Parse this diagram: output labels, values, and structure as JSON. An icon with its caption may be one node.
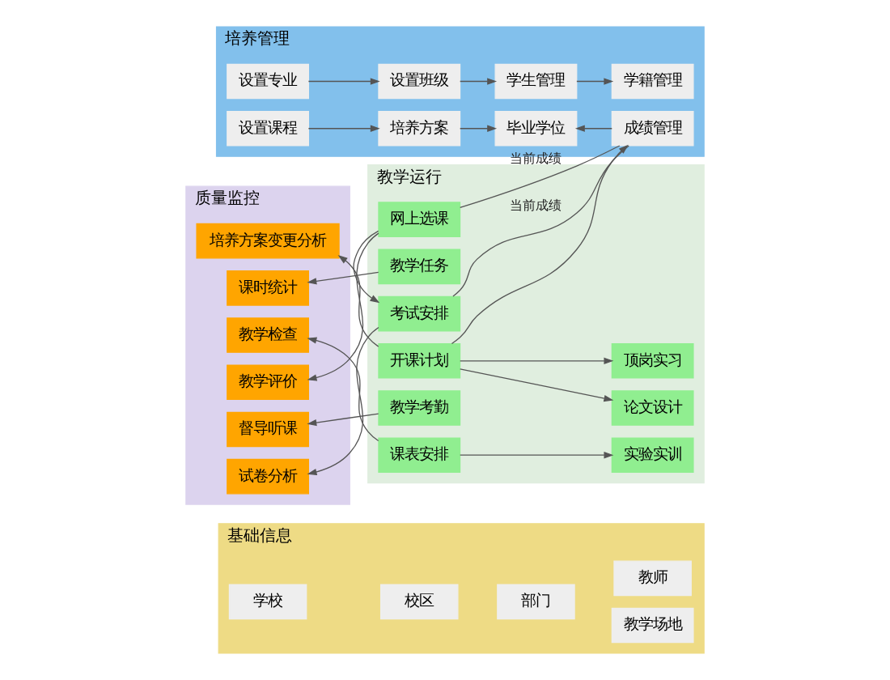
{
  "diagram": {
    "nodes": [
      {
        "text": [
          "培养管理"
        ]
      },
      {
        "text": [
          "设置专业"
        ],
        "in": 0
      },
      {
        "text": [
          "设置班级"
        ],
        "in": 0
      },
      {
        "text": [
          "学生管理"
        ],
        "in": 0
      },
      {
        "text": [
          "学籍管理"
        ],
        "in": 0
      },
      {
        "text": [
          "设置课程"
        ],
        "in": 0
      },
      {
        "text": [
          "培养方案"
        ],
        "in": 0
      },
      {
        "text": [
          "毕业学位"
        ],
        "in": 0
      },
      {
        "text": [
          "成绩管理"
        ],
        "in": 0
      },
      {
        "text": [
          "质量监控"
        ]
      },
      {
        "text": [
          "培养方案变更分析"
        ],
        "in": 9
      },
      {
        "text": [
          "课时统计"
        ],
        "in": 9
      },
      {
        "text": [
          "教学检查"
        ],
        "in": 9
      },
      {
        "text": [
          "教学评价"
        ],
        "in": 9
      },
      {
        "text": [
          "督导听课"
        ],
        "in": 9
      },
      {
        "text": [
          "试卷分析"
        ],
        "in": 9
      },
      {
        "text": [
          "教学运行"
        ]
      },
      {
        "text": [
          "开课计划"
        ],
        "in": 16
      },
      {
        "text": [
          "教学任务"
        ],
        "in": 16
      },
      {
        "text": [
          "课表安排"
        ],
        "in": 16
      },
      {
        "text": [
          "网上选课"
        ],
        "in": 16
      },
      {
        "text": [
          "教学考勤"
        ],
        "in": 16
      },
      {
        "text": [
          "考试安排"
        ],
        "in": 16
      },
      {
        "text": [
          "顶岗实习"
        ],
        "in": 16
      },
      {
        "text": [
          "论文设计"
        ],
        "in": 16
      },
      {
        "text": [
          "实验实训"
        ],
        "in": 16
      },
      {
        "text": [
          "基础信息"
        ]
      },
      {
        "text": [
          "学校"
        ],
        "in": 26
      },
      {
        "text": [
          "校区"
        ],
        "in": 26
      },
      {
        "text": [
          "部门"
        ],
        "in": 26
      },
      {
        "text": [
          "教师"
        ],
        "in": 26
      },
      {
        "text": [
          "教学场地"
        ],
        "in": 26
      }
    ],
    "edges": [
      {
        "from": 1,
        "to": 2,
        "arrow": "to"
      },
      {
        "from": 5,
        "to": 6,
        "arrow": "to"
      },
      {
        "from": 2,
        "to": 3,
        "arrow": "to"
      },
      {
        "from": 6,
        "to": 7,
        "arrow": "to"
      },
      {
        "from": 3,
        "to": 4,
        "arrow": "to"
      },
      {
        "from": 8,
        "to": 7,
        "arrow": "to"
      },
      {
        "from": 17,
        "to": 8,
        "arrow": "to"
      },
      {
        "from": 17,
        "to": 10,
        "arrow": "to"
      },
      {
        "from": 17,
        "to": 23,
        "arrow": "to"
      },
      {
        "from": 17,
        "to": 24,
        "arrow": "to"
      },
      {
        "from": 18,
        "to": 11,
        "arrow": "to"
      },
      {
        "from": 19,
        "to": 12,
        "arrow": "to"
      },
      {
        "from": 19,
        "to": 25,
        "arrow": "to"
      },
      {
        "from": 20,
        "to": 13,
        "arrow": "to"
      },
      {
        "from": 20,
        "to": 8,
        "arrow": "none",
        "label": "当前成绩"
      },
      {
        "from": 20,
        "to": 22,
        "arrow": "to"
      },
      {
        "from": 21,
        "to": 14,
        "arrow": "to"
      },
      {
        "from": 22,
        "to": 15,
        "arrow": "to"
      },
      {
        "from": 22,
        "to": 8,
        "arrow": "none",
        "label": "当前成绩"
      }
    ]
  }
}
